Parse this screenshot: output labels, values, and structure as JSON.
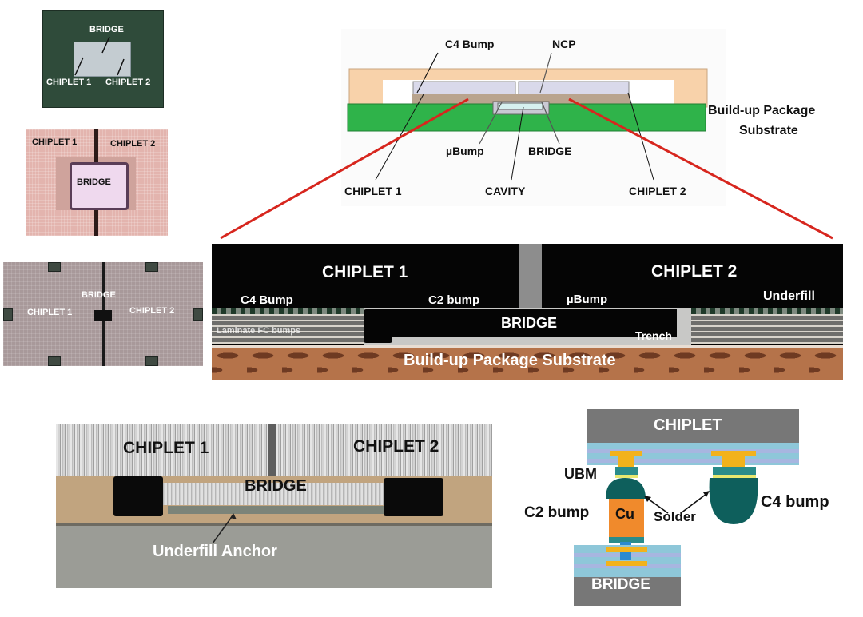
{
  "figure": {
    "photo_package": {
      "labels": {
        "bridge": "BRIDGE",
        "chiplet1": "CHIPLET 1",
        "chiplet2": "CHIPLET 2"
      }
    },
    "photo_topview_pink": {
      "labels": {
        "chiplet1": "CHIPLET 1",
        "chiplet2": "CHIPLET 2",
        "bridge": "BRIDGE"
      }
    },
    "photo_topview_grey": {
      "labels": {
        "bridge": "BRIDGE",
        "chiplet1": "CHIPLET 1",
        "chiplet2": "CHIPLET 2"
      }
    },
    "schematic": {
      "labels": {
        "c4_bump": "C4 Bump",
        "ncp": "NCP",
        "ubump": "µBump",
        "bridge": "BRIDGE",
        "chiplet1": "CHIPLET 1",
        "cavity": "CAVITY",
        "chiplet2": "CHIPLET 2",
        "substrate_line1": "Build-up Package",
        "substrate_line2": "Substrate"
      },
      "colors": {
        "lid": "#f8d2aa",
        "substrate": "#2fb34a",
        "die": "#d9d9ea",
        "zoom_line": "#d7261e"
      }
    },
    "sem_cross_section": {
      "labels": {
        "chiplet1": "CHIPLET 1",
        "chiplet2": "CHIPLET 2",
        "c4_bump": "C4 Bump",
        "c2_bump": "C2 bump",
        "ubump": "µBump",
        "underfill": "Underfill",
        "bridge": "BRIDGE",
        "laminate": "Laminate FC bumps",
        "trench": "Trench",
        "substrate": "Build-up Package Substrate"
      }
    },
    "sem_bottom": {
      "labels": {
        "chiplet1": "CHIPLET 1",
        "chiplet2": "CHIPLET 2",
        "bridge": "BRIDGE",
        "underfill_anchor": "Underfill Anchor"
      }
    },
    "bump_diagram": {
      "labels": {
        "chiplet": "CHIPLET",
        "ubm": "UBM",
        "c2_bump": "C2 bump",
        "cu": "Cu",
        "solder": "Solder",
        "c4_bump": "C4 bump",
        "bridge": "BRIDGE"
      },
      "colors": {
        "die": "#777777",
        "dielectric": "#8ec7d9",
        "pad": "#f2b21c",
        "solder": "#0e5f5c",
        "copper": "#f08a2c"
      }
    }
  }
}
